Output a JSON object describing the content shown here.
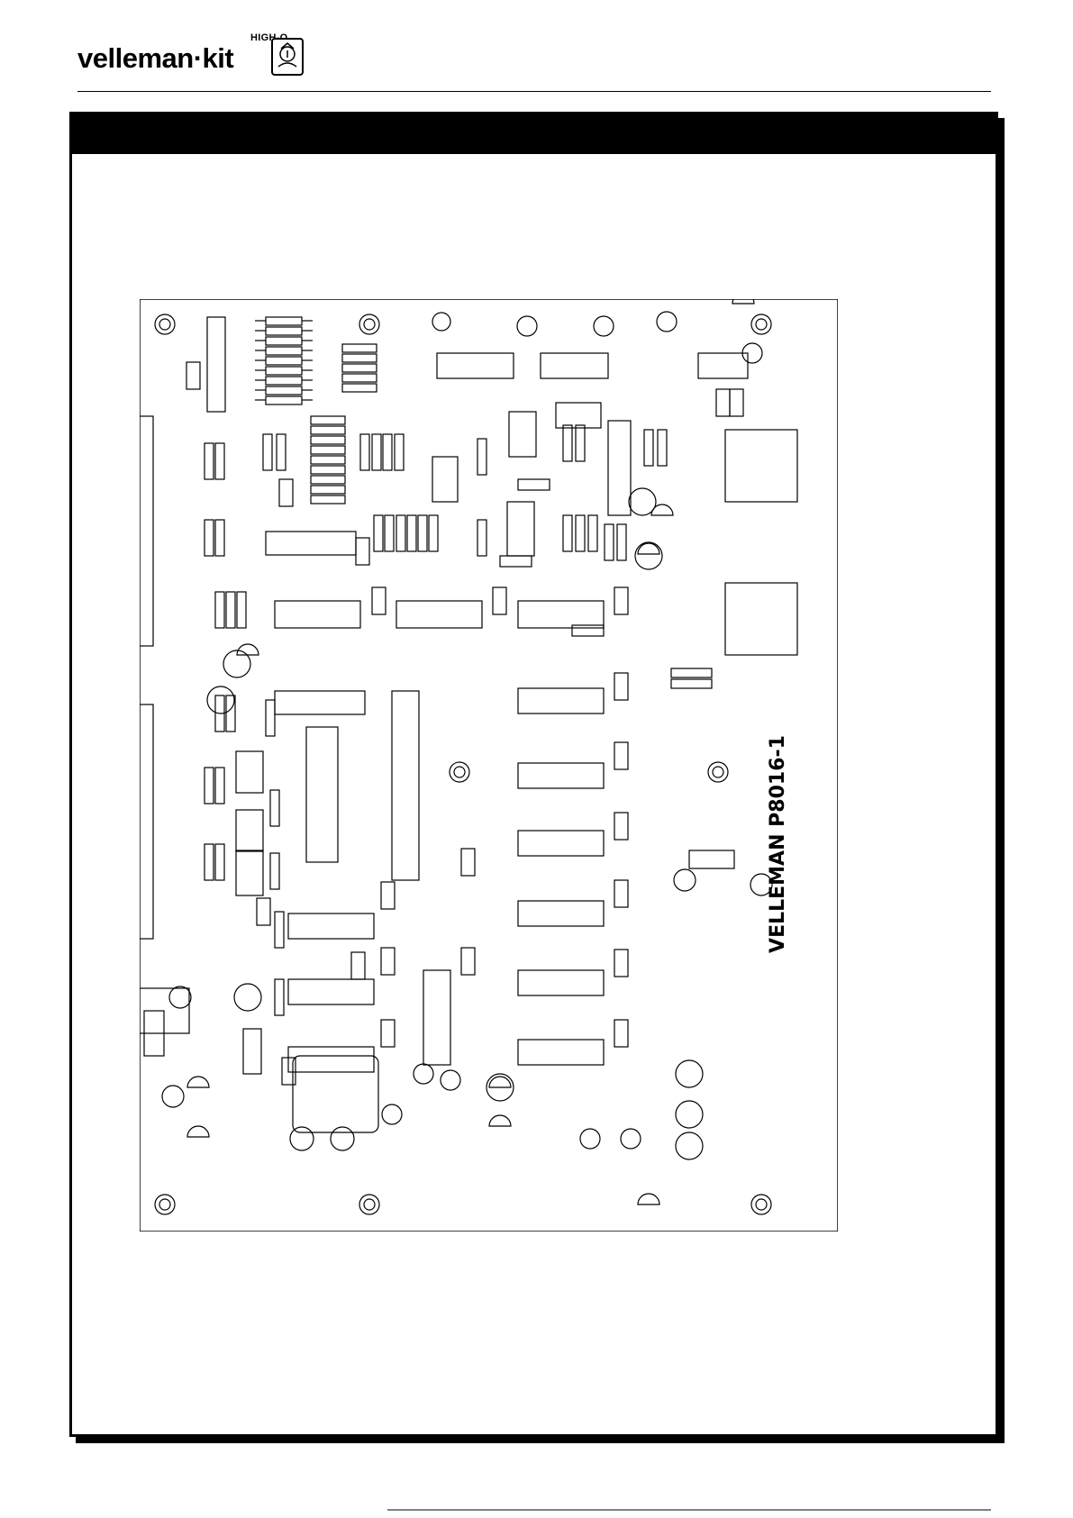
{
  "logo": {
    "brand": "velleman·kit",
    "tagline": "HIGH-Q",
    "emblem_icon": "velleman-crest-icon"
  },
  "board": {
    "title": "VELLEMAN P8016-1"
  },
  "colors": {
    "ink": "#000000",
    "paper": "#ffffff"
  }
}
